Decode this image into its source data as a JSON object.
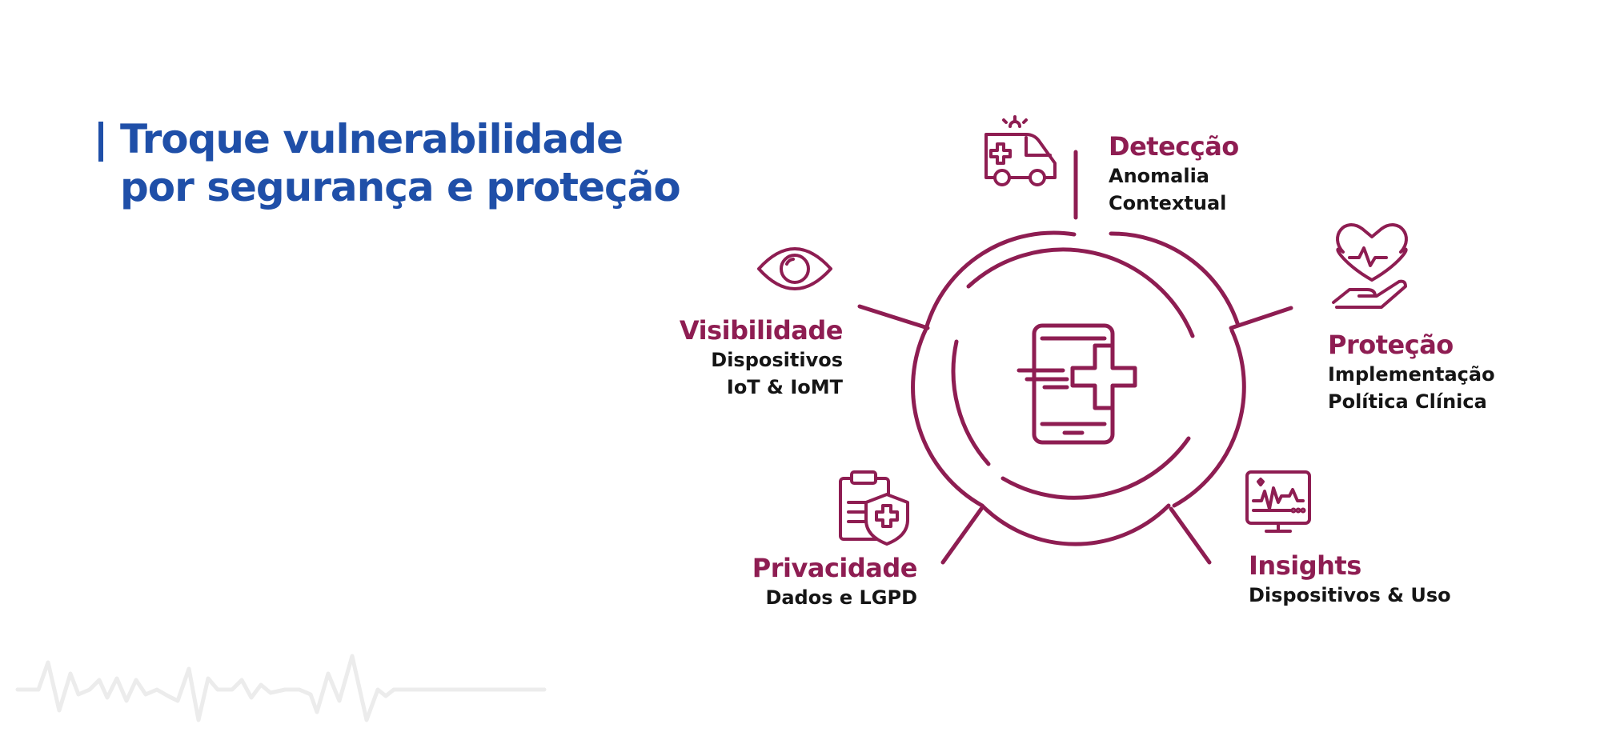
{
  "headline": {
    "line1": "Troque vulnerabilidade",
    "line2": "por segurança e proteção"
  },
  "segments": {
    "deteccao": {
      "title": "Detecção",
      "line1": "Anomalia",
      "line2": "Contextual",
      "icon": "ambulance-icon"
    },
    "protecao": {
      "title": "Proteção",
      "line1": "Implementação",
      "line2": "Política Clínica",
      "icon": "heart-hand-icon"
    },
    "insights": {
      "title": "Insights",
      "line1": "Dispositivos & Uso",
      "icon": "monitor-ecg-icon"
    },
    "privacidade": {
      "title": "Privacidade",
      "line1": "Dados e LGPD",
      "icon": "clipboard-shield-icon"
    },
    "visibilidade": {
      "title": "Visibilidade",
      "line1": "Dispositivos",
      "line2": "IoT & IoMT",
      "icon": "eye-icon"
    }
  },
  "center": {
    "icon": "tablet-medical-cross-icon"
  },
  "colors": {
    "accent": "#8e1d52",
    "heading": "#1f4fa8",
    "text": "#151515",
    "watermark": "#ececec"
  }
}
